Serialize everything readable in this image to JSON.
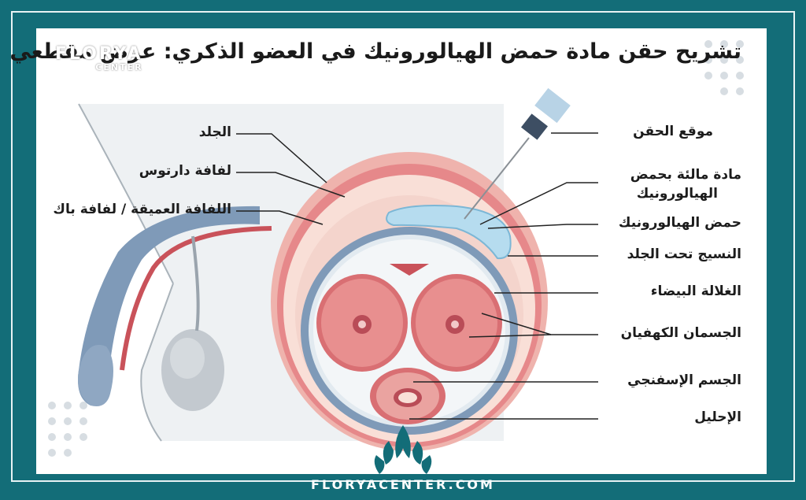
{
  "title": "تشريح حقن مادة حمض الهيالورونيك في العضو الذكري: عرض مقطعي",
  "watermark": {
    "brand": "FLORYA",
    "sub": "CENTER"
  },
  "labels": {
    "skin": "الجلد",
    "dartos": "لفافة دارتوس",
    "buck": "اللفافة العميقة / لفافة باك",
    "injection_site": "موقع الحقن",
    "filler_line1": "مادة مالئة بحمض",
    "filler_line2": "الهيالورونيك",
    "ha": "حمض الهيالورونيك",
    "subcutaneous": "النسيج تحت الجلد",
    "tunica": "الغلالة البيضاء",
    "corpora_cavernosa": "الجسمان الكهفيان",
    "corpus_spongiosum": "الجسم الإسفنجي",
    "urethra": "الإحليل"
  },
  "footer": "FLORYACENTER.COM",
  "colors": {
    "background": "#136d78",
    "skin_pink": "#efb3ad",
    "tissue_red": "#c9525a",
    "fascia_blue": "#7f9ab8",
    "filler_blue": "#b6dcef"
  }
}
